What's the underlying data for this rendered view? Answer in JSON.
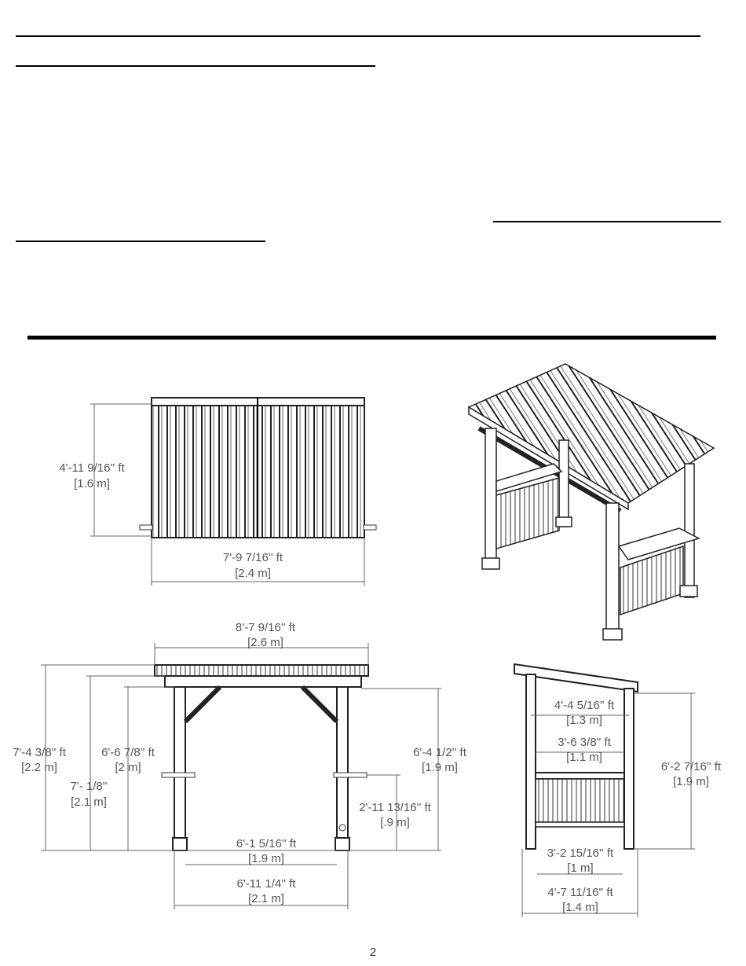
{
  "page_number": "2",
  "top_view": {
    "height": {
      "imperial": "4'-11 9/16'' ft",
      "metric": "[1.6 m]"
    },
    "width": {
      "imperial": "7'-9 7/16'' ft",
      "metric": "[2.4 m]"
    }
  },
  "front_view": {
    "overall_width": {
      "imperial": "8'-7 9/16'' ft",
      "metric": "[2.6 m]"
    },
    "overall_height": {
      "imperial": "7'-4 3/8'' ft",
      "metric": "[2.2 m]"
    },
    "beam_height": {
      "imperial": "6'-6 7/8'' ft",
      "metric": "[2 m]"
    },
    "post_height": {
      "imperial": "7'- 1/8''",
      "metric": "[2.1 m]"
    },
    "right_height": {
      "imperial": "6'-4 1/2'' ft",
      "metric": "[1.9 m]"
    },
    "bar_height": {
      "imperial": "2'-11 13/16'' ft",
      "metric": "[.9 m]"
    },
    "inner_width": {
      "imperial": "6'-1 5/16'' ft",
      "metric": "[1.9 m]"
    },
    "base_width": {
      "imperial": "6'-11 1/4'' ft",
      "metric": "[2.1 m]"
    }
  },
  "side_view": {
    "upper_depth": {
      "imperial": "4'-4 5/16'' ft",
      "metric": "[1.3 m]"
    },
    "middle_depth": {
      "imperial": "3'-6 3/8'' ft",
      "metric": "[1.1 m]"
    },
    "height": {
      "imperial": "6'-2 7/16'' ft",
      "metric": "[1.9 m]"
    },
    "base_depth": {
      "imperial": "3'-2 15/16'' ft",
      "metric": "[1 m]"
    },
    "overall_depth": {
      "imperial": "4'-7 11/16'' ft",
      "metric": "[1.4 m]"
    }
  }
}
